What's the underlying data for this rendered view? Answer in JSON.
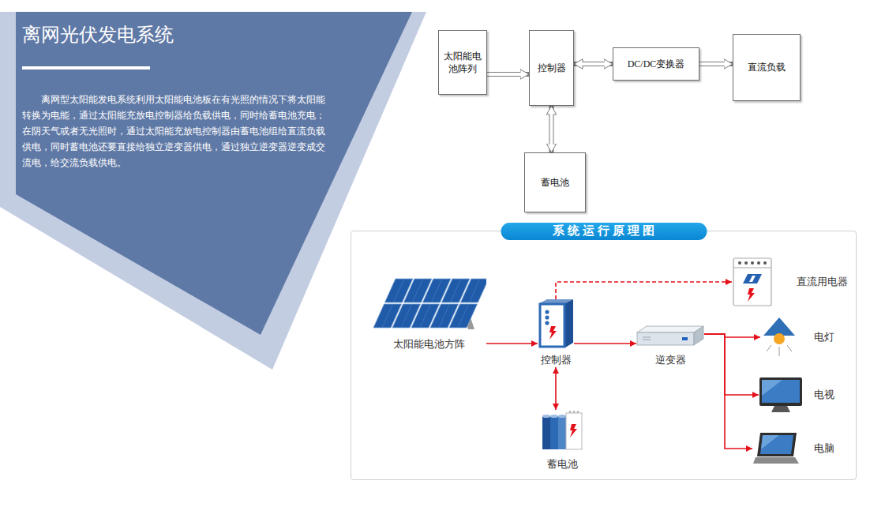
{
  "diagram": {
    "title": "离网光伏发电系统",
    "nodes": [
      {
        "text": [
          "太阳能电池阵列"
        ]
      },
      {
        "text": [
          "控制器"
        ]
      },
      {
        "text": [
          "DC/DC变换器"
        ]
      },
      {
        "text": [
          "直流负载"
        ]
      },
      {
        "text": [
          "蓄电池"
        ]
      },
      {
        "text": [
          "系统运行原理图"
        ]
      },
      {
        "text": [
          "太阳能电池方阵"
        ],
        "in": 5
      },
      {
        "text": [
          "控制器"
        ],
        "in": 5
      },
      {
        "text": [
          "逆变器"
        ],
        "in": 5
      },
      {
        "text": [
          "直流用电器"
        ],
        "in": 5
      },
      {
        "text": [
          "电灯"
        ],
        "in": 5
      },
      {
        "text": [
          "电视"
        ],
        "in": 5
      },
      {
        "text": [
          "电脑"
        ],
        "in": 5
      },
      {
        "text": [
          "蓄电池"
        ],
        "in": 5
      }
    ],
    "edges": [
      {
        "from": 0,
        "to": 1,
        "arrow": "to"
      },
      {
        "from": 1,
        "to": 2,
        "arrow": "both"
      },
      {
        "from": 2,
        "to": 3,
        "arrow": "to"
      },
      {
        "from": 1,
        "to": 4,
        "arrow": "both"
      },
      {
        "from": 6,
        "to": 7,
        "arrow": "to"
      },
      {
        "from": 7,
        "to": 9,
        "arrow": "to"
      },
      {
        "from": 7,
        "to": 8,
        "arrow": "to"
      },
      {
        "from": 7,
        "to": 13,
        "arrow": "both"
      },
      {
        "from": 8,
        "to": 10,
        "arrow": "to"
      },
      {
        "from": 8,
        "to": 11,
        "arrow": "to"
      },
      {
        "from": 8,
        "to": 12,
        "arrow": "to"
      }
    ],
    "labels": [
      "离网型太阳能发电系统利用太阳能电池板在有光照的情况下将太阳能转换为电能，通过太阳能充放电控制器给负载供电，同时给蓄电池充电；在阴天气或者无光照时，通过太阳能充放电控制器由蓄电池组给直流负载供电，同时蓄电池还要直接给独立逆变器供电，通过独立逆变器逆变成交流电，给交流负载供电。"
    ]
  }
}
